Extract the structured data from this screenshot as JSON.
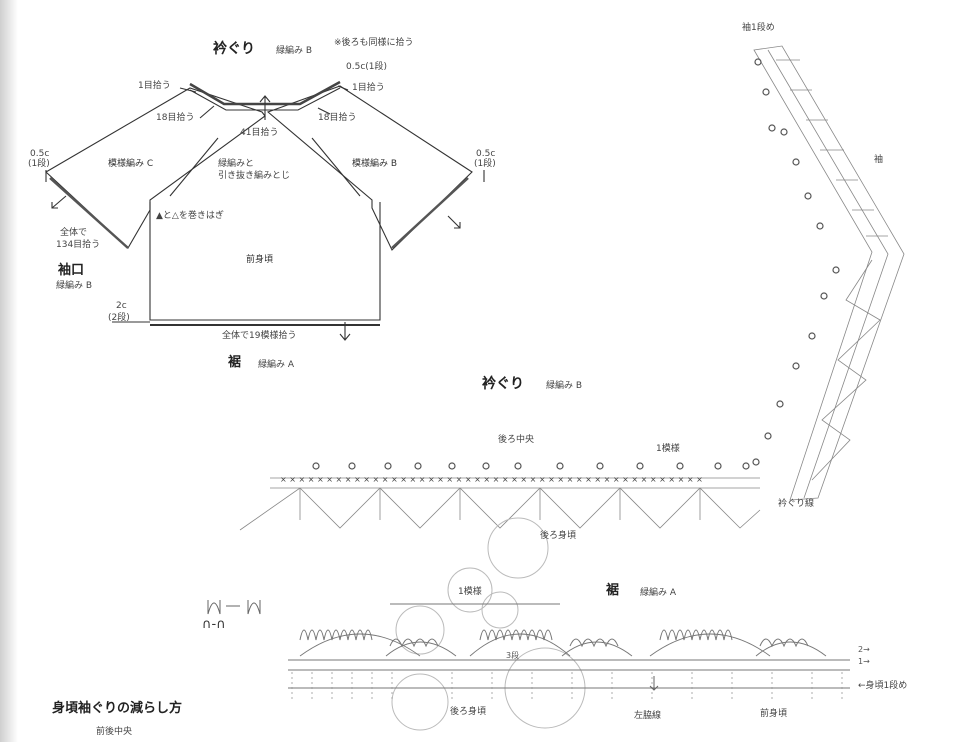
{
  "collar": {
    "title": "衿ぐり",
    "stitch": "緑編み B",
    "note": "※後ろも同様に拾う",
    "pick_left": "1目拾う",
    "pick_left_18": "18目拾う",
    "pick_right_05": "0.5c(1段)",
    "pick_right_1": "1目拾う",
    "pick_right_18": "18目拾う",
    "pick_center": "41目拾う"
  },
  "left_sleeve": {
    "size": "0.5c",
    "rows": "(1段)",
    "label": "模様編み C",
    "total": "全体で",
    "total2": "134目拾う"
  },
  "right_sleeve": {
    "size": "0.5c",
    "rows": "(1段)",
    "label": "模様編み B"
  },
  "center": {
    "join1": "緑編みと",
    "join2": "引き抜き編みとじ",
    "mark": "▲と△を巻きはぎ",
    "body": "前身頃"
  },
  "cuff": {
    "title": "袖口",
    "stitch": "緑編み B"
  },
  "hem": {
    "size": "2c",
    "rows": "(2段)",
    "total": "全体で19模様拾う",
    "title": "裾",
    "stitch": "緑編み A"
  },
  "collar_chart": {
    "title": "衿ぐり",
    "stitch": "緑編み B",
    "back_center": "後ろ中央",
    "one_pattern": "1模様",
    "back_body": "後ろ身頃",
    "edge": "衿ぐり線",
    "sleeve_top": "袖1段め",
    "sleeve_label": "袖"
  },
  "hem_chart": {
    "title": "裾",
    "stitch": "緑編み A",
    "one_pattern": "1模様",
    "row2": "2→",
    "row1": "1→",
    "body_row": "←身頃1段め",
    "back_body": "後ろ身頃",
    "side": "左脇線",
    "front_body": "前身頃",
    "mid": "3段"
  },
  "symbol_label": "∩-∩",
  "bottom": {
    "title": "身頃袖ぐりの減らし方",
    "sub": "前後中央"
  }
}
